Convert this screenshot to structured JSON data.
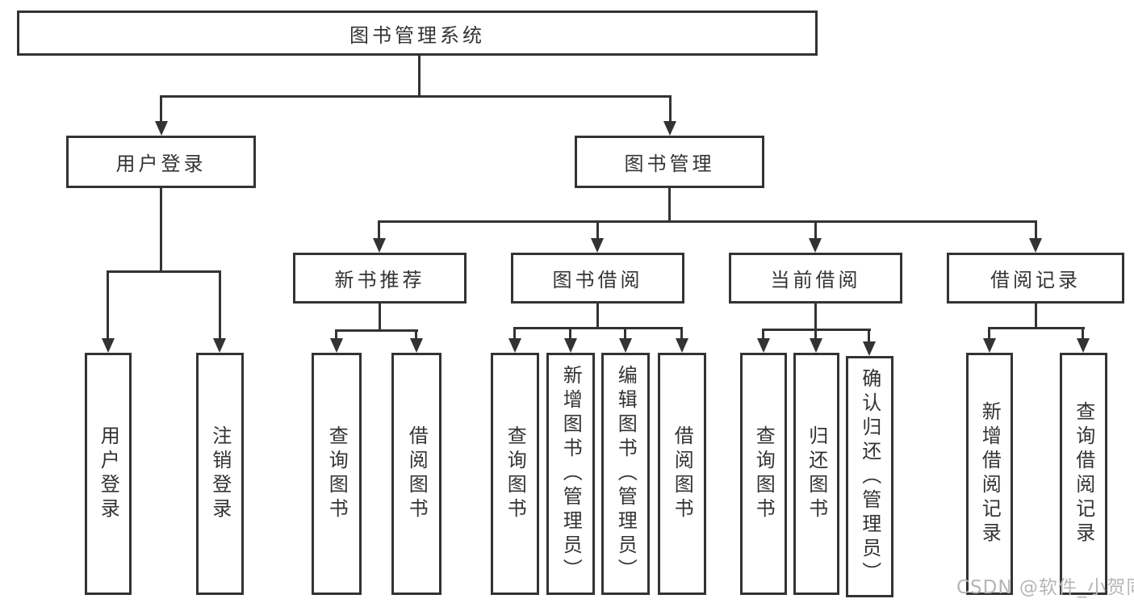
{
  "diagram": {
    "root": {
      "label": "图书管理系统"
    },
    "branches": [
      {
        "label": "用户登录",
        "children": [
          "用户登录",
          "注销登录"
        ]
      },
      {
        "label": "图书管理",
        "groups": [
          {
            "label": "新书推荐",
            "children": [
              "查询图书",
              "借阅图书"
            ]
          },
          {
            "label": "图书借阅",
            "children": [
              "查询图书",
              "新增图书（管理员）",
              "编辑图书（管理员）",
              "借阅图书"
            ]
          },
          {
            "label": "当前借阅",
            "children": [
              "查询图书",
              "归还图书",
              "确认归还（管理员）"
            ]
          },
          {
            "label": "借阅记录",
            "children": [
              "新增借阅记录",
              "查询借阅记录"
            ]
          }
        ]
      }
    ],
    "watermark": "CSDN @软件_小贺同学",
    "colors": {
      "line": "#333333",
      "text": "#333333",
      "watermark": "#b6b6b6",
      "background": "#ffffff"
    }
  }
}
